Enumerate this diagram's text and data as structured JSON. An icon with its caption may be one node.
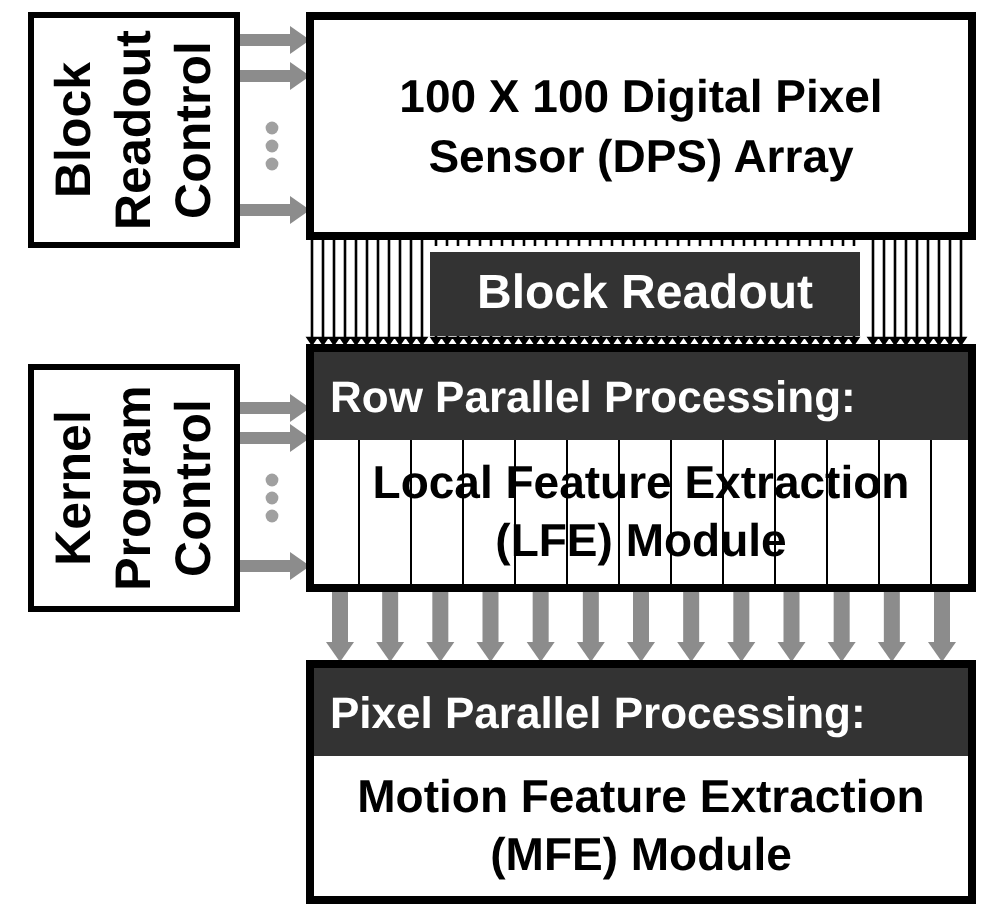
{
  "diagram": {
    "nodes": [
      {
        "text": [
          "Block Readout Control"
        ]
      },
      {
        "text": [
          "100 X 100 Digital Pixel Sensor (DPS) Array"
        ]
      },
      {
        "text": [
          "Block Readout"
        ]
      },
      {
        "text": [
          "Kernel Program Control"
        ]
      },
      {
        "text": [
          "Row Parallel Processing:",
          "Local Feature Extraction (LFE) Module"
        ]
      },
      {
        "text": [
          "Pixel Parallel Processing:",
          "Motion Feature Extraction (MFE) Module"
        ]
      }
    ],
    "edges": [
      {
        "from": 0,
        "to": 1,
        "arrow": "to"
      },
      {
        "from": 0,
        "to": 1,
        "arrow": "to"
      },
      {
        "from": 0,
        "to": 1,
        "arrow": "to"
      },
      {
        "from": 1,
        "to": 4,
        "arrow": "to",
        "color": "#000000"
      },
      {
        "from": 1,
        "to": 2,
        "arrow": "none",
        "color": "#000000"
      },
      {
        "from": 2,
        "to": 4,
        "arrow": "to",
        "color": "#000000"
      },
      {
        "from": 3,
        "to": 4,
        "arrow": "to"
      },
      {
        "from": 3,
        "to": 4,
        "arrow": "to"
      },
      {
        "from": 3,
        "to": 4,
        "arrow": "to"
      },
      {
        "from": 4,
        "to": 5,
        "arrow": "to"
      },
      {
        "from": 4,
        "to": 5,
        "arrow": "to"
      },
      {
        "from": 4,
        "to": 5,
        "arrow": "to"
      },
      {
        "from": 4,
        "to": 5,
        "arrow": "to"
      },
      {
        "from": 4,
        "to": 5,
        "arrow": "to"
      },
      {
        "from": 4,
        "to": 5,
        "arrow": "to"
      },
      {
        "from": 4,
        "to": 5,
        "arrow": "to"
      },
      {
        "from": 4,
        "to": 5,
        "arrow": "to"
      },
      {
        "from": 4,
        "to": 5,
        "arrow": "to"
      },
      {
        "from": 4,
        "to": 5,
        "arrow": "to"
      },
      {
        "from": 4,
        "to": 5,
        "arrow": "to"
      },
      {
        "from": 4,
        "to": 5,
        "arrow": "to"
      },
      {
        "from": 4,
        "to": 5,
        "arrow": "to"
      }
    ]
  }
}
